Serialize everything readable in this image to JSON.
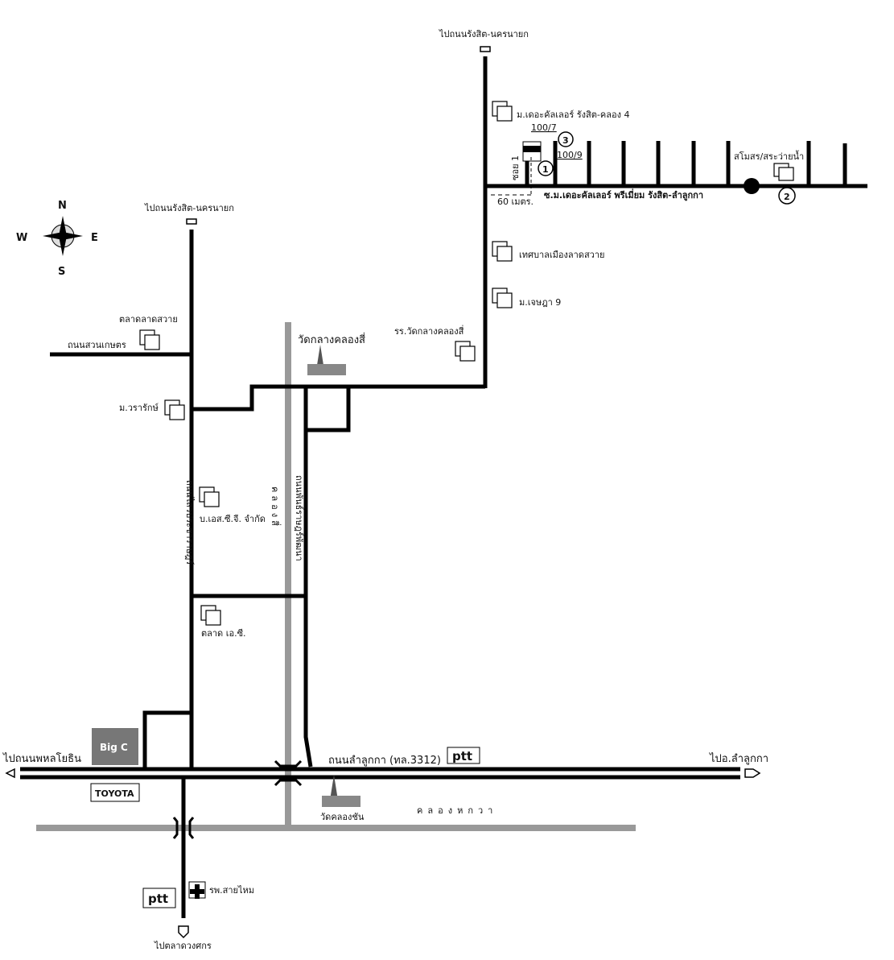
{
  "labels": {
    "to_rangsit_top": "ไปถนนรังสิต-นครนายก",
    "to_rangsit_left": "ไปถนนรังสิต-นครนายก",
    "village_clarity": "ม.เดอะคัลเลอร์ รังสิต-คลอง 4",
    "house_100_7": "100/7",
    "house_100_9": "100/9",
    "soi1": "ซอย 1",
    "distance": "60 เมตร.",
    "soi_road": "ซ.ม.เดอะคัลเลอร์ พรีเมี่ยม รังสิต-ลำลูกกา",
    "clubhouse": "สโมสร/สระว่ายน้ำ",
    "municipality": "เทศบาลเมืองลาดสวาย",
    "village_jetsada": "ม.เจษฎา 9",
    "school": "รร.วัดกลางคลองสี่",
    "temple_klang": "วัดกลางคลองสี่",
    "market_ladsawai": "ตลาดลาดสวาย",
    "road_suankaset": "ถนนสวนเกษตร",
    "village_warak": "ม.วรารักษ์",
    "company": "บ.เอส.ซี.จี. จำกัด",
    "road_sawai": "ถนนไสวประชาราษฎร์",
    "canal_4": "คลองสี่",
    "road_phatthana": "ถนนพันธ์ราษฎร์พัฒนา",
    "market_ac": "ตลาด เอ.ซี.",
    "to_phahonyothin": "ไปถนนพหลโยธิน",
    "road_lamlukka": "ถนนลำลูกกา (ทล.3312)",
    "to_lamlukka": "ไปอ.ลำลูกกา",
    "temple_khlongchan": "วัดคลองชัน",
    "canal_hakwa": "คลองหกวา",
    "toyota": "TOYOTA",
    "ptt": "ptt",
    "bigc": "Big C",
    "hospital": "รพ.สายไหม",
    "to_talad": "ไปตลาดวงศกร"
  },
  "markers": {
    "m1": "1",
    "m2": "2",
    "m3": "3"
  },
  "compass": {
    "n": "N",
    "s": "S",
    "e": "E",
    "w": "W"
  }
}
